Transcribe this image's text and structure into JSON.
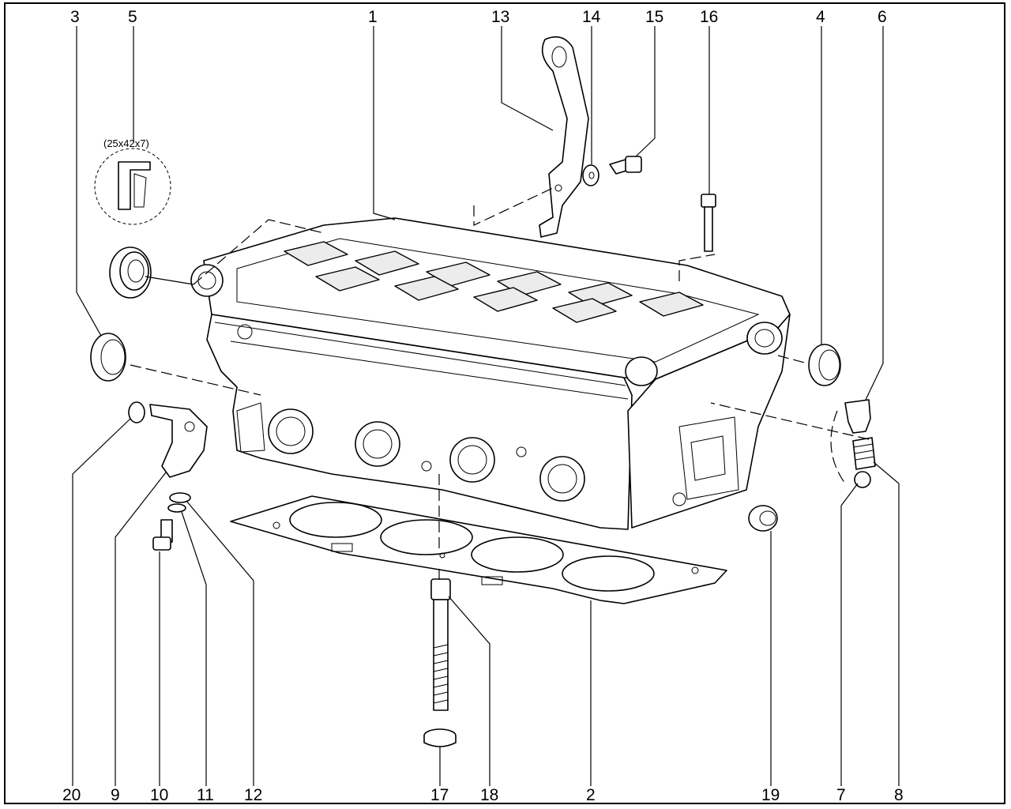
{
  "callouts": {
    "c1": "1",
    "c2": "2",
    "c3": "3",
    "c4": "4",
    "c5": "5",
    "c6": "6",
    "c7": "7",
    "c8": "8",
    "c9": "9",
    "c10": "10",
    "c11": "11",
    "c12": "12",
    "c13": "13",
    "c14": "14",
    "c15": "15",
    "c16": "16",
    "c17": "17",
    "c18": "18",
    "c19": "19",
    "c20": "20"
  },
  "seal_size": "(25x42x7)"
}
